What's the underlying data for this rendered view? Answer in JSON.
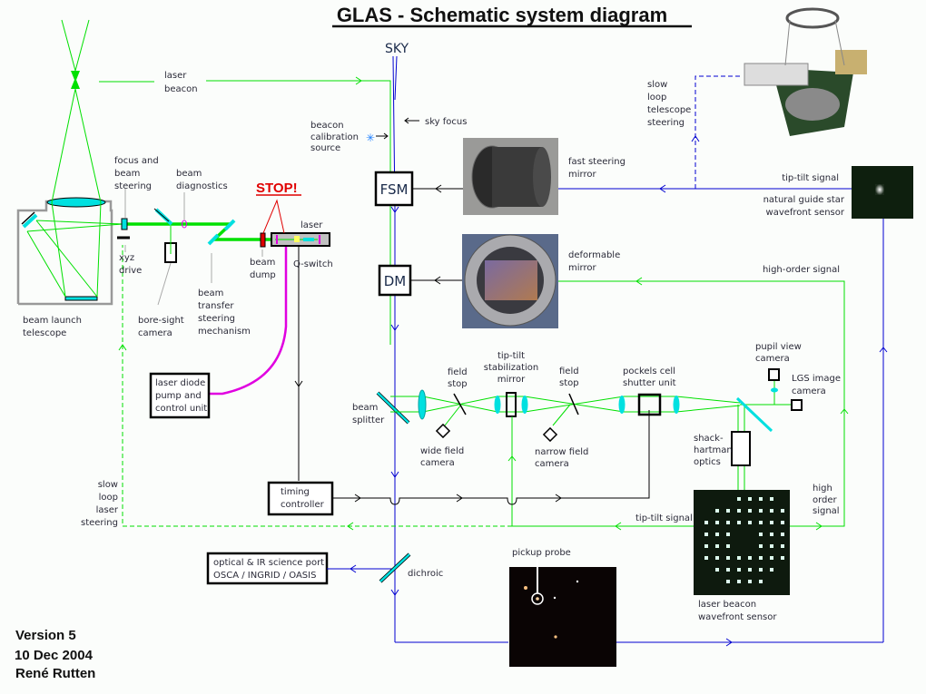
{
  "title": "GLAS - Schematic system diagram",
  "sky": "SKY",
  "stop": "STOP!",
  "colors": {
    "optical_beam": "#00e000",
    "science_beam": "#0000d0",
    "control_signal": "#000000",
    "laser_pump": "#e000e0",
    "warning": "#e00000",
    "optics_fill": "#00e0e0"
  },
  "labels": {
    "laser_beacon": [
      "laser",
      "beacon"
    ],
    "focus_steering": [
      "focus and",
      "beam",
      "steering"
    ],
    "beam_diagnostics": [
      "beam",
      "diagnostics"
    ],
    "xyz_drive": [
      "xyz",
      "drive"
    ],
    "bore_sight": [
      "bore-sight",
      "camera"
    ],
    "beam_transfer": [
      "beam",
      "transfer",
      "steering",
      "mechanism"
    ],
    "beam_dump": [
      "beam",
      "dump"
    ],
    "laser": "laser",
    "q_switch": "Q-switch",
    "beam_launch": [
      "beam launch",
      "telescope"
    ],
    "beacon_cal": [
      "beacon",
      "calibration",
      "source"
    ],
    "sky_focus": "sky focus",
    "fast_steering": [
      "fast steering",
      "mirror"
    ],
    "deformable": [
      "deformable",
      "mirror"
    ],
    "slow_loop_tel": [
      "slow",
      "loop",
      "telescope",
      "steering"
    ],
    "tip_tilt_top": "tip-tilt signal",
    "ngs_wfs": [
      "natural guide star",
      "wavefront sensor"
    ],
    "high_order_top": "high-order signal",
    "beam_splitter": [
      "beam",
      "splitter"
    ],
    "field_stop_1": [
      "field",
      "stop"
    ],
    "tip_tilt_mirror": [
      "tip-tilt",
      "stabilization",
      "mirror"
    ],
    "field_stop_2": [
      "field",
      "stop"
    ],
    "pockels": [
      "pockels  cell",
      "shutter  unit"
    ],
    "pupil_view": [
      "pupil view",
      "camera"
    ],
    "lgs_image": [
      "LGS image",
      "camera"
    ],
    "wide_field": [
      "wide  field",
      "camera"
    ],
    "narrow_field": [
      "narrow  field",
      "camera"
    ],
    "shack": [
      "shack-",
      "hartman",
      "optics"
    ],
    "slow_loop_laser": [
      "slow",
      "loop",
      "laser",
      "steering"
    ],
    "tip_tilt_bottom": "tip-tilt signal",
    "high_order_bottom": [
      "high",
      "order",
      "signal"
    ],
    "dichroic": "dichroic",
    "pickup_probe": "pickup probe",
    "lbwfs": [
      "laser beacon",
      "wavefront sensor"
    ]
  },
  "boxes": {
    "fsm": "FSM",
    "dm": "DM",
    "laser_diode": [
      "laser diode",
      "pump and",
      "control unit"
    ],
    "timing": [
      "timing",
      "controller"
    ],
    "science_port": [
      "optical & IR science port",
      "OSCA / INGRID / OASIS"
    ]
  },
  "footer": {
    "version": "Version  5",
    "date": "10  Dec  2004",
    "author": "René Rutten"
  }
}
